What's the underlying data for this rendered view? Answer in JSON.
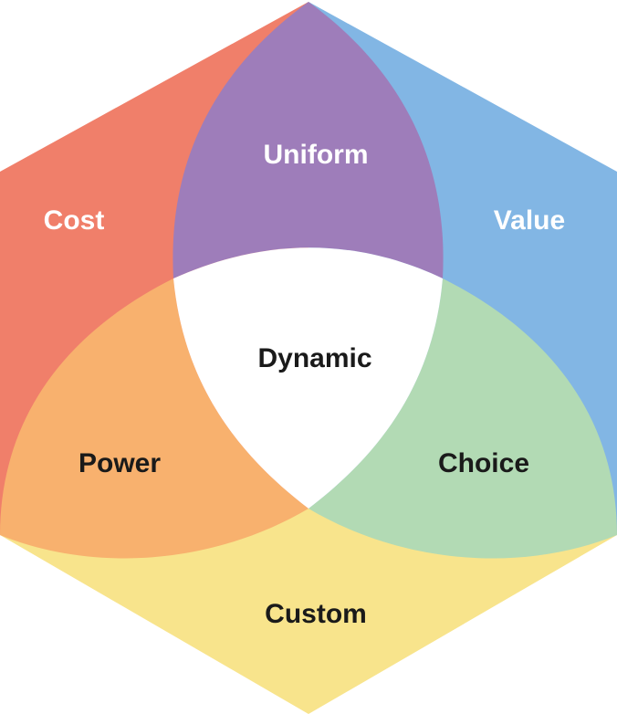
{
  "labels": {
    "cost": "Cost",
    "value": "Value",
    "uniform": "Uniform",
    "dynamic": "Dynamic",
    "power": "Power",
    "choice": "Choice",
    "custom": "Custom"
  },
  "colors": {
    "cost": "#F07F6A",
    "value": "#82B6E4",
    "uniform": "#9E7DBA",
    "power": "#F8B16E",
    "choice": "#B2DAB4",
    "custom": "#F8E48C",
    "dynamic": "#FFFFFF",
    "light_text": "#FFFFFF",
    "dark_text": "#1A1A1A"
  }
}
